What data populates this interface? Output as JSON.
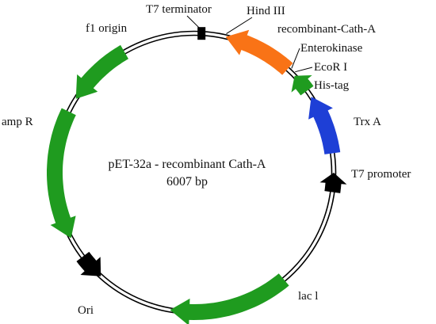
{
  "plasmid": {
    "name": "pET-32a - recombinant Cath-A",
    "size": "6007 bp"
  },
  "colors": {
    "green": "#1f9b1f",
    "orange": "#f97316",
    "blue": "#1e3fd6",
    "black": "#000000",
    "backbone": "#000000"
  },
  "features": [
    {
      "id": "f1-origin",
      "label": "f1 origin",
      "color": "green",
      "start": 330,
      "end": 302
    },
    {
      "id": "amp-r",
      "label": "amp R",
      "color": "green",
      "start": 296,
      "end": 242
    },
    {
      "id": "ori",
      "label": "Ori",
      "color": "black",
      "start": 233,
      "end": 222
    },
    {
      "id": "lac-i",
      "label": "lac l",
      "color": "green",
      "start": 140,
      "end": 190
    },
    {
      "id": "t7-promoter",
      "label": "T7 promoter",
      "color": "black",
      "start": 98,
      "end": 90
    },
    {
      "id": "trx-a",
      "label": "Trx A",
      "color": "blue",
      "start": 82,
      "end": 57
    },
    {
      "id": "his-tag",
      "label": "His-tag",
      "color": "green",
      "start": 54,
      "end": 46
    },
    {
      "id": "recombinant-cath-a",
      "label": "recombinant-Cath-A",
      "color": "orange",
      "start": 42,
      "end": 13
    }
  ],
  "sites": [
    {
      "id": "t7-terminator",
      "label": "T7 terminator",
      "angle": 3
    },
    {
      "id": "hind-iii",
      "label": "Hind III",
      "angle": 13
    },
    {
      "id": "enterokinase",
      "label": "Enterokinase",
      "angle": 43
    },
    {
      "id": "ecor-i",
      "label": "EcoR I",
      "angle": 45
    }
  ]
}
